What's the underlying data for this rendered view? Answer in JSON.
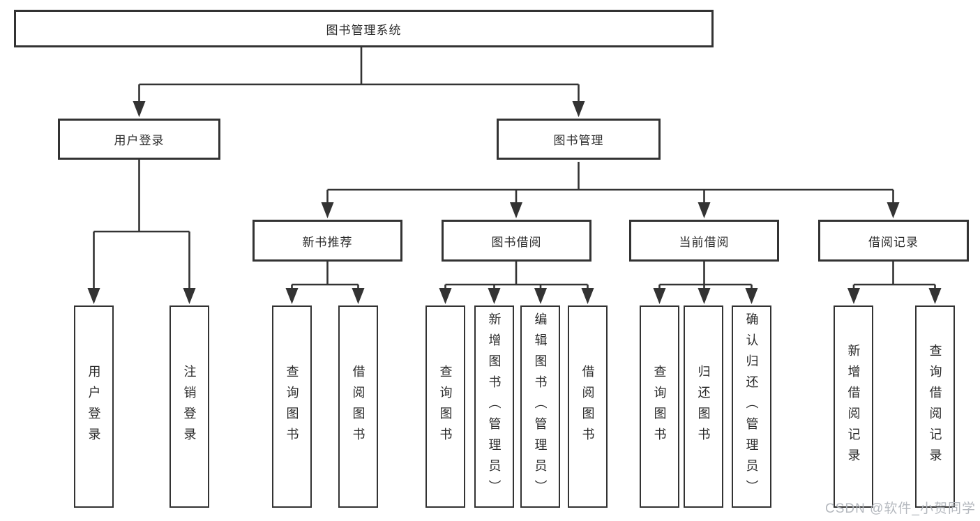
{
  "diagram": {
    "title": "图书管理系统",
    "watermark": "CSDN @软件_小贺同学",
    "colors": {
      "line": "#333333",
      "text": "#2b2b2b",
      "background": "#ffffff",
      "watermark": "#b2b6bc"
    },
    "nodes": {
      "root": {
        "label": "图书管理系统"
      },
      "user_login": {
        "label": "用户登录"
      },
      "book_mgmt": {
        "label": "图书管理"
      },
      "new_book_rec": {
        "label": "新书推荐"
      },
      "book_borrow": {
        "label": "图书借阅"
      },
      "current_borrow": {
        "label": "当前借阅"
      },
      "borrow_records": {
        "label": "借阅记录"
      },
      "login_leaf": {
        "label": "用户登录"
      },
      "logout_leaf": {
        "label": "注销登录"
      },
      "rec_query_books": {
        "label": "查询图书"
      },
      "rec_borrow_books": {
        "label": "借阅图书"
      },
      "bb_query_books": {
        "label": "查询图书"
      },
      "bb_add_books": {
        "label": "新增图书（管理员）"
      },
      "bb_edit_books": {
        "label": "编辑图书（管理员）"
      },
      "bb_borrow_books": {
        "label": "借阅图书"
      },
      "cb_query_books": {
        "label": "查询图书"
      },
      "cb_return_books": {
        "label": "归还图书"
      },
      "cb_confirm_return": {
        "label": "确认归还（管理员）"
      },
      "br_add_record": {
        "label": "新增借阅记录"
      },
      "br_query_record": {
        "label": "查询借阅记录"
      }
    },
    "edges": [
      {
        "from": "root",
        "to": [
          "user_login",
          "book_mgmt"
        ]
      },
      {
        "from": "user_login",
        "to": [
          "login_leaf",
          "logout_leaf"
        ]
      },
      {
        "from": "book_mgmt",
        "to": [
          "new_book_rec",
          "book_borrow",
          "current_borrow",
          "borrow_records"
        ]
      },
      {
        "from": "new_book_rec",
        "to": [
          "rec_query_books",
          "rec_borrow_books"
        ]
      },
      {
        "from": "book_borrow",
        "to": [
          "bb_query_books",
          "bb_add_books",
          "bb_edit_books",
          "bb_borrow_books"
        ]
      },
      {
        "from": "current_borrow",
        "to": [
          "cb_query_books",
          "cb_return_books",
          "cb_confirm_return"
        ]
      },
      {
        "from": "borrow_records",
        "to": [
          "br_add_record",
          "br_query_record"
        ]
      }
    ]
  }
}
